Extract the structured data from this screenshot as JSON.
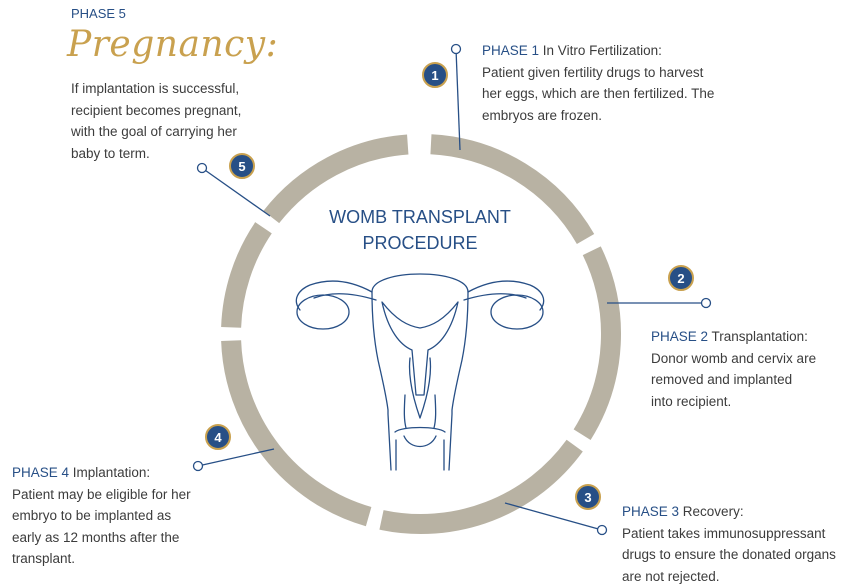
{
  "title": {
    "line1": "WOMB TRANSPLANT",
    "line2": "PROCEDURE"
  },
  "colors": {
    "ring": "#b8b2a3",
    "navy": "#274f86",
    "gold": "#c9a14f",
    "text": "#3c3c3c"
  },
  "phases": [
    {
      "number": "1",
      "label": "PHASE 1",
      "name": "In Vitro Fertilization:",
      "description": [
        "Patient given fertility drugs to harvest",
        "her eggs, which are then fertilized. The",
        "embryos are frozen."
      ]
    },
    {
      "number": "2",
      "label": "PHASE 2",
      "name": "Transplantation:",
      "description": [
        "Donor womb and cervix are",
        "removed and implanted",
        "into recipient."
      ]
    },
    {
      "number": "3",
      "label": "PHASE 3",
      "name": "Recovery:",
      "description": [
        "Patient takes immunosuppressant",
        "drugs to ensure the donated organs",
        "are not rejected."
      ]
    },
    {
      "number": "4",
      "label": "PHASE 4",
      "name": "Implantation:",
      "description": [
        "Patient may be eligible for her",
        "embryo to be implanted as",
        "early as 12 months after the",
        "transplant."
      ]
    },
    {
      "number": "5",
      "label": "PHASE 5",
      "name": "Pregnancy:",
      "description": [
        "If implantation is successful,",
        "recipient becomes pregnant,",
        "with the goal of carrying her",
        "baby to term."
      ]
    }
  ]
}
